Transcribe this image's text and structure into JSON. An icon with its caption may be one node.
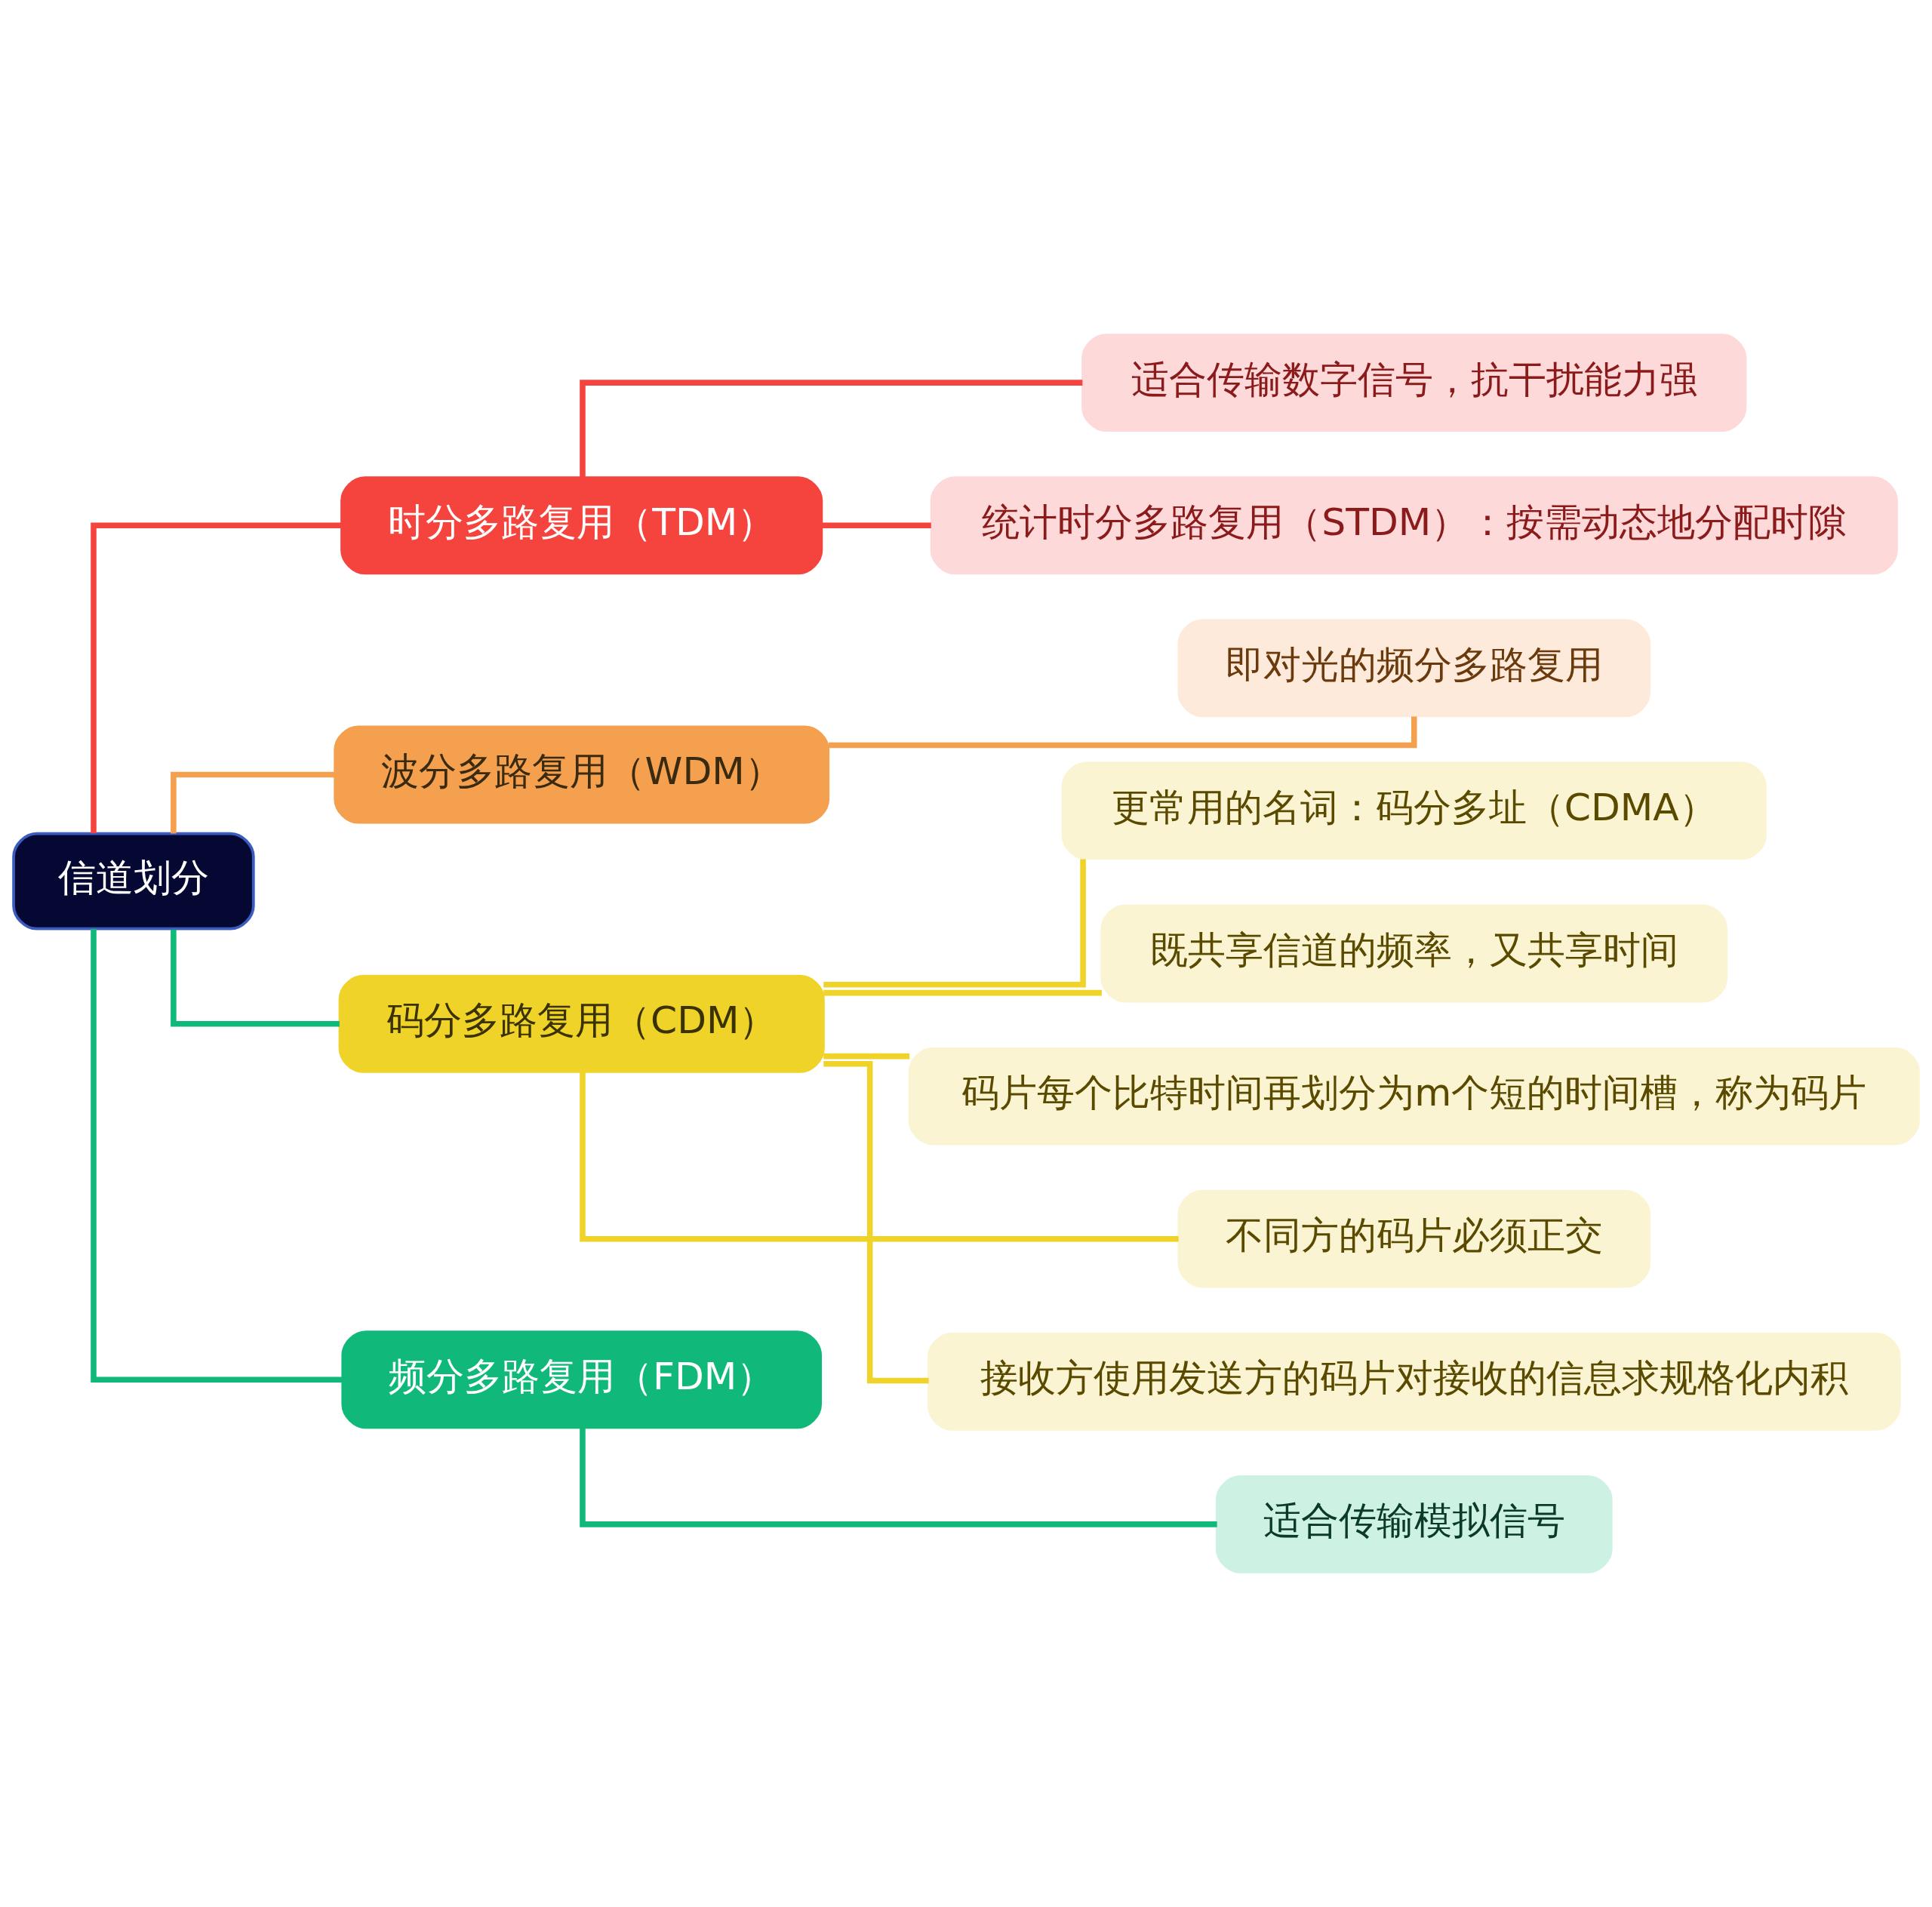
{
  "diagram": {
    "nodes": [
      {
        "text": [
          "信道划分"
        ]
      },
      {
        "text": [
          "时分多路复用（TDM）"
        ]
      },
      {
        "text": [
          "适合传输数字信号，抗干扰能力强"
        ]
      },
      {
        "text": [
          "统计时分多路复用（STDM）：按需动态地分配时隙"
        ]
      },
      {
        "text": [
          "波分多路复用（WDM）"
        ]
      },
      {
        "text": [
          "即对光的频分多路复用"
        ]
      },
      {
        "text": [
          "码分多路复用（CDM）"
        ]
      },
      {
        "text": [
          "更常用的名词：码分多址（CDMA）"
        ]
      },
      {
        "text": [
          "既共享信道的频率，又共享时间"
        ]
      },
      {
        "text": [
          "码片每个比特时间再划分为m个短的时间槽，称为码片"
        ]
      },
      {
        "text": [
          "不同方的码片必须正交"
        ]
      },
      {
        "text": [
          "接收方使用发送方的码片对接收的信息求规格化内积"
        ]
      },
      {
        "text": [
          "频分多路复用（FDM）"
        ]
      },
      {
        "text": [
          "适合传输模拟信号"
        ]
      }
    ],
    "edges": [
      {
        "from": 0,
        "to": 1,
        "arrow": "none",
        "color": "#f5443e"
      },
      {
        "from": 1,
        "to": 2,
        "arrow": "none",
        "color": "#f5443e"
      },
      {
        "from": 1,
        "to": 3,
        "arrow": "none",
        "color": "#f5443e"
      },
      {
        "from": 0,
        "to": 4,
        "arrow": "none",
        "color": "#f4a04f"
      },
      {
        "from": 4,
        "to": 5,
        "arrow": "none",
        "color": "#f4a04f"
      },
      {
        "from": 0,
        "to": 6,
        "arrow": "none",
        "color": "#10b979"
      },
      {
        "from": 6,
        "to": 7,
        "arrow": "none",
        "color": "#f0d328"
      },
      {
        "from": 6,
        "to": 8,
        "arrow": "none",
        "color": "#f0d328"
      },
      {
        "from": 6,
        "to": 9,
        "arrow": "none",
        "color": "#f0d328"
      },
      {
        "from": 6,
        "to": 10,
        "arrow": "none",
        "color": "#f0d328"
      },
      {
        "from": 6,
        "to": 11,
        "arrow": "none",
        "color": "#f0d328"
      },
      {
        "from": 0,
        "to": 12,
        "arrow": "none",
        "color": "#10b979"
      },
      {
        "from": 12,
        "to": 13,
        "arrow": "none",
        "color": "#10b979"
      }
    ]
  }
}
